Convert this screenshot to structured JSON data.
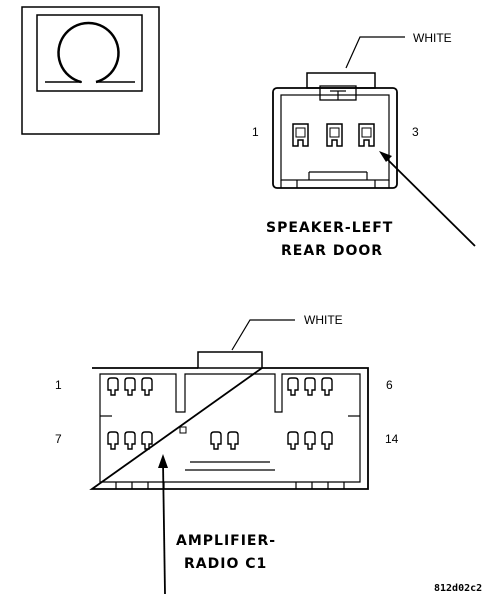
{
  "speaker_connector": {
    "color_label": "WHITE",
    "pin_left": "1",
    "pin_right": "3",
    "title_line1": "SPEAKER-LEFT",
    "title_line2": "REAR DOOR"
  },
  "amplifier_connector": {
    "color_label": "WHITE",
    "pin_top_left": "1",
    "pin_top_right": "6",
    "pin_bottom_left": "7",
    "pin_bottom_right": "14",
    "title_line1": "AMPLIFIER-",
    "title_line2": "RADIO C1"
  },
  "figure_code": "812d02c2"
}
